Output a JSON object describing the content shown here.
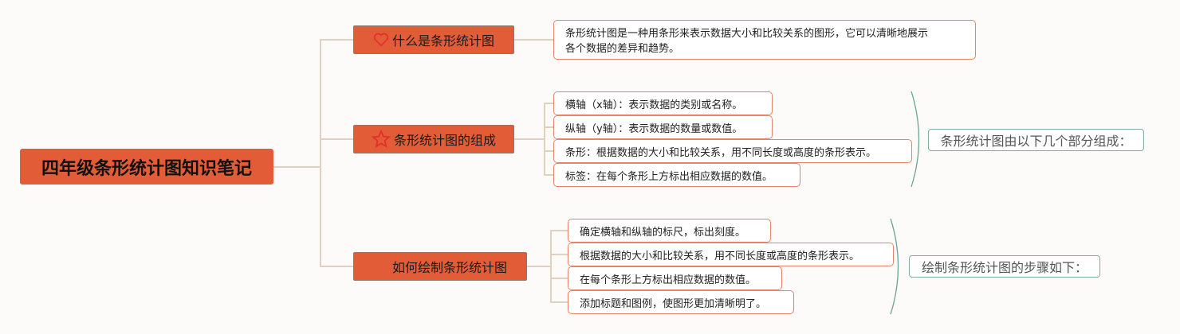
{
  "root": {
    "title": "四年级条形统计图知识笔记"
  },
  "branches": [
    {
      "label": "什么是条形统计图",
      "icon": "heart-icon",
      "leaves": [
        "条形统计图是一种用条形来表示数据大小和比较关系的图形，它可以清晰地展示",
        "各个数据的差异和趋势。"
      ]
    },
    {
      "label": "条形统计图的组成",
      "icon": "star-icon",
      "leaves": [
        "横轴（x轴）：表示数据的类别或名称。",
        "纵轴（y轴）：表示数据的数量或数值。",
        "条形：根据数据的大小和比较关系，用不同长度或高度的条形表示。",
        "标签：在每个条形上方标出相应数据的数值。"
      ],
      "summary": "条形统计图由以下几个部分组成："
    },
    {
      "label": "如何绘制条形统计图",
      "leaves": [
        "确定横轴和纵轴的标尺，标出刻度。",
        "根据数据的大小和比较关系，用不同长度或高度的条形表示。",
        "在每个条形上方标出相应数据的数值。",
        "添加标题和图例，使图形更加清晰明了。"
      ],
      "summary": "绘制条形统计图的步骤如下："
    }
  ],
  "colors": {
    "node": "#e25d37",
    "leaf_border": "#e8826a",
    "summary_border": "#7fae9f",
    "connector": "#e0d2bd"
  }
}
